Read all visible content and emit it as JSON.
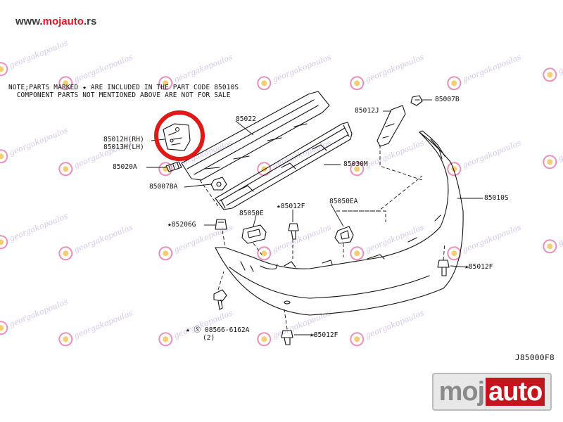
{
  "header": {
    "url_prefix": "www.",
    "url_brand": "mojauto",
    "url_suffix": ".rs"
  },
  "note": {
    "line1": "NOTE;PARTS MARKED ★ ARE INCLUDED IN THE PART CODE 85010S",
    "line2": "COMPONENT PARTS NOT MENTIONED ABOVE ARE NOT FOR SALE"
  },
  "parts": {
    "p85022": "85022",
    "p85012h": "85012H(RH)",
    "p85013h": "85013H(LH)",
    "p85020a": "85020A",
    "p85007ba": "85007BA",
    "p85012j": "85012J",
    "p85007b": "85007B",
    "p85030m": "85030M",
    "p85010s": "85010S",
    "p85050e": "85050E",
    "p85012f_top": "★85012F",
    "p85050ea": "85050EA",
    "p85206g": "★85206G",
    "p85012f_right": "★85012F",
    "p08566": "★ Ⓢ 08566-6162A",
    "p08566_qty": "(2)",
    "p85012f_bottom": "★85012F"
  },
  "diagram_code": "J85000F8",
  "watermark": {
    "text": "georgakopoulos",
    "icon": "g-logo-icon"
  },
  "logo": {
    "part1": "moj",
    "part2": "auto"
  },
  "colors": {
    "highlight_circle": "#e01818",
    "brand_red": "#e0142a"
  }
}
